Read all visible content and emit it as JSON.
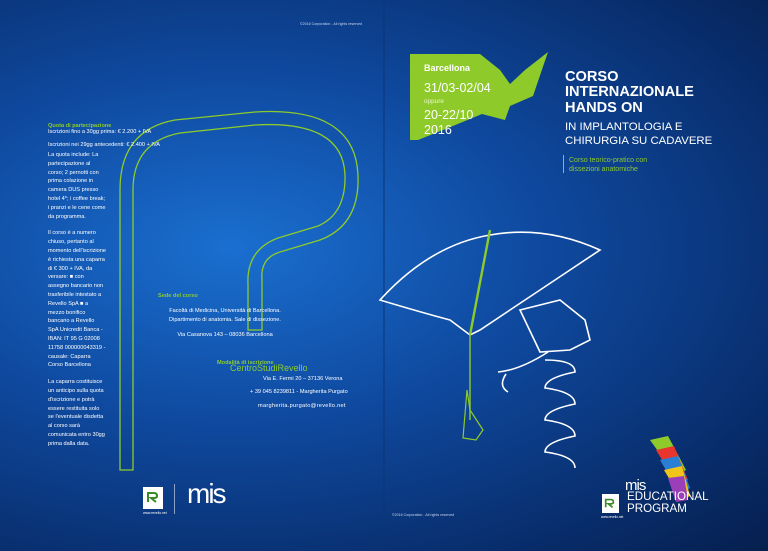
{
  "copyright_top": "©2016 Corporation - All rights reserved",
  "copyright_bottom": "©2016 Corporation - All rights reserved",
  "quota": {
    "title": "Quota di partecipazione",
    "line1": "Iscrizioni fino a 30gg prima: € 2.200 + IVA",
    "line2": "Iscrizioni nei 29gg antecedenti: € 2.400 + IVA",
    "includes": "La quota include: La partecipazione al corso; 2 pernotti con prima colazione in camera DUS presso hotel 4*; i coffee break; i pranzi e le cene come da programma.",
    "numero_chiuso": "Il corso è a numero chiuso, pertanto al momento dell'iscrizione è richiesta una caparra di € 300 + IVA, da versare: ■ con assegno bancario non trasferibile intestato a Revello SpA ■ a mezzo bonifico bancario a Revello SpA Unicredit Banca - IBAN: IT 95 G 02008 11758 000000043319 - causale: Caparra Corso Barcellona",
    "caparra": "La caparra costituisce un anticipo sulla quota d'iscrizione e potrà essere restituita solo se l'eventuale disdetta al corso sarà comunicata entro 30gg prima dalla data."
  },
  "sede": {
    "title": "Sede del corso",
    "line1": "Facoltà di Medicina, Università di Barcellona. Dipartimento di anatomia. Sale di dissezione.",
    "line2": "Via Casanova 143 – 08036 Barcellona"
  },
  "modalita": {
    "title": "Modalità di iscrizione",
    "centro": "CentroStudiRevello",
    "address": "Via E. Fermi 20 – 37136 Verona",
    "phone": "+ 39 045 8239811 - Margherita Purgato",
    "email": "margherita.purgato@revello.net"
  },
  "banner": {
    "city": "Barcellona",
    "date1": "31/03-02/04",
    "oppure": "oppure",
    "date2_line1": "20-22/10",
    "date2_line2": "2016"
  },
  "title": {
    "line1": "CORSO",
    "line2": "INTERNAZIONALE",
    "line3": "HANDS ON",
    "sub1": "IN IMPLANTOLOGIA E",
    "sub2": "CHIRURGIA SU CADAVERE",
    "tag1": "Corso teorico-pratico con",
    "tag2": "dissezioni anatomiche"
  },
  "logos": {
    "left_url": "www.revello.net",
    "right_url": "www.revello.net",
    "mis": "mis",
    "mis_small": "mis",
    "edu1": "EDUCATIONAL",
    "edu2": "PROGRAM"
  },
  "colors": {
    "accent_green": "#8ecb2a",
    "background_blue": "#0f4aa0",
    "white": "#ffffff"
  }
}
